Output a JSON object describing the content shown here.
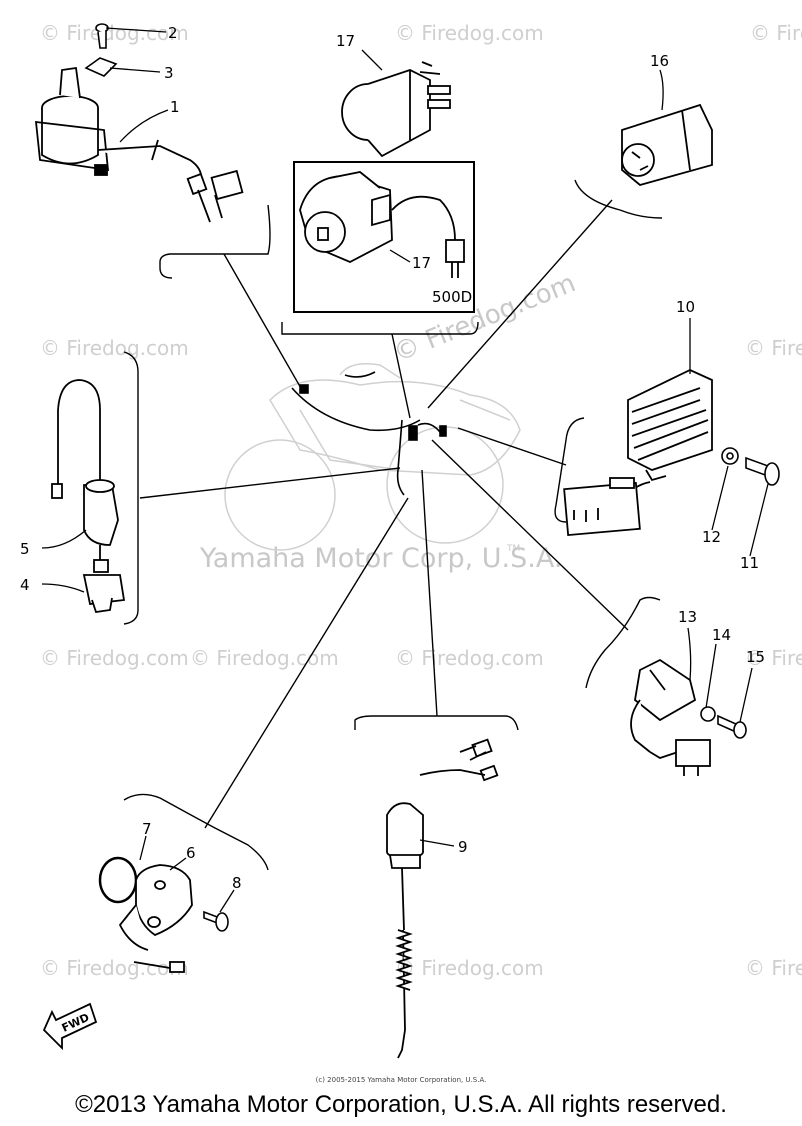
{
  "diagram": {
    "watermarks": [
      "© Firedog.com",
      "© Firedog.com",
      "© Firedog.com",
      "© Firedog.com",
      "© Firedog.com",
      "© Firedog.com",
      "© Firedog.com",
      "© Firedog.com",
      "© Firedog.com",
      "© Firedog.com",
      "© Firedog.com",
      "© Firedog.com"
    ],
    "watermark_center": "© Firedog.com",
    "center_watermark": "Yamaha Motor Corp, U.S.A.",
    "center_watermark_tm": "TM",
    "variant_label": "500D",
    "fwd_label": "FWD",
    "callouts": {
      "c1": "1",
      "c2": "2",
      "c3": "3",
      "c4": "4",
      "c5": "5",
      "c6": "6",
      "c7": "7",
      "c8": "8",
      "c9": "9",
      "c10": "10",
      "c11": "11",
      "c12": "12",
      "c13": "13",
      "c14": "14",
      "c15": "15",
      "c16": "16",
      "c17a": "17",
      "c17b": "17"
    }
  },
  "footer": {
    "small_notice": "(c) 2005-2015 Yamaha Motor Corporation, U.S.A.",
    "copyright": "©2013 Yamaha Motor Corporation, U.S.A. All rights reserved."
  }
}
